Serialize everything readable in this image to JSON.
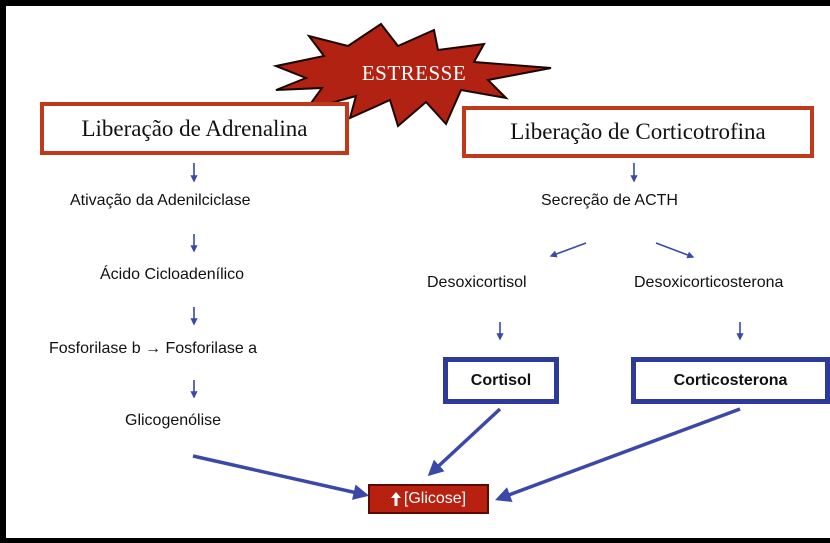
{
  "title": "ESTRESSE",
  "left_branch": {
    "header": "Liberação de Adrenalina",
    "steps": [
      "Ativação da Adenilciclase",
      "Ácido Cicloadenílico",
      "Fosforilase b → Fosforilase a",
      "Glicogenólise"
    ]
  },
  "right_branch": {
    "header": "Liberação de Corticotrofina",
    "step1": "Secreção de ACTH",
    "precursor_left": "Desoxicortisol",
    "precursor_right": "Desoxicorticosterona",
    "hormone_left": "Cortisol",
    "hormone_right": "Corticosterona"
  },
  "result": "[Glicose]",
  "colors": {
    "star_fill": "#b22212",
    "header_border": "#c0391b",
    "hormone_border": "#2e3a9a",
    "arrow": "#3c48a8",
    "result_fill": "#b82010"
  }
}
